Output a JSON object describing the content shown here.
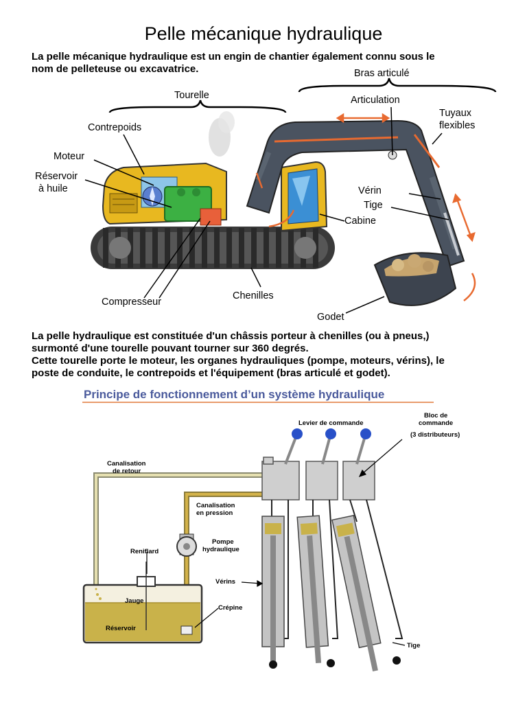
{
  "title": "Pelle mécanique hydraulique",
  "intro": {
    "line1": "La pelle mécanique hydraulique est un engin de chantier également connu sous le",
    "line2": "nom de pelleteuse ou excavatrice."
  },
  "excavator_labels": {
    "tourelle": "Tourelle",
    "bras_articule": "Bras articulé",
    "articulation": "Articulation",
    "tuyaux_1": "Tuyaux",
    "tuyaux_2": "flexibles",
    "contrepoids": "Contrepoids",
    "moteur": "Moteur",
    "reservoir_1": "Réservoir",
    "reservoir_2": "à huile",
    "verin": "Vérin",
    "tige": "Tige",
    "cabine": "Cabine",
    "compresseur": "Compresseur",
    "chenilles": "Chenilles",
    "godet": "Godet"
  },
  "description": {
    "line1": "La pelle hydraulique est constituée d'un châssis porteur à chenilles (ou à pneus,)",
    "line2": "surmonté d'une tourelle pouvant tourner sur 360 degrés.",
    "line3": "Cette tourelle porte le moteur, les organes hydrauliques (pompe, moteurs, vérins), le",
    "line4": "poste de conduite, le contrepoids et l'équipement (bras articulé et godet)."
  },
  "hydraulic": {
    "title": "Principe de fonctionnement d’un système hydraulique",
    "levier": "Levier de commande",
    "bloc_1": "Bloc de",
    "bloc_2": "commande",
    "bloc_3": "(3 distributeurs)",
    "retour_1": "Canalisation",
    "retour_2": "de retour",
    "pression_1": "Canalisation",
    "pression_2": "en pression",
    "pompe_1": "Pompe",
    "pompe_2": "hydraulique",
    "reniflard": "Reniflard",
    "verins": "Vérins",
    "jauge": "Jauge",
    "crepine": "Crépine",
    "reservoir": "Réservoir",
    "tige": "Tige"
  },
  "colors": {
    "machine_yellow": "#e8b820",
    "engine_green": "#3cb043",
    "arm_gray": "#4a5360",
    "arrow_orange": "#e86a30",
    "oil": "#c9b24a",
    "heading_blue": "#4a5a9c"
  }
}
